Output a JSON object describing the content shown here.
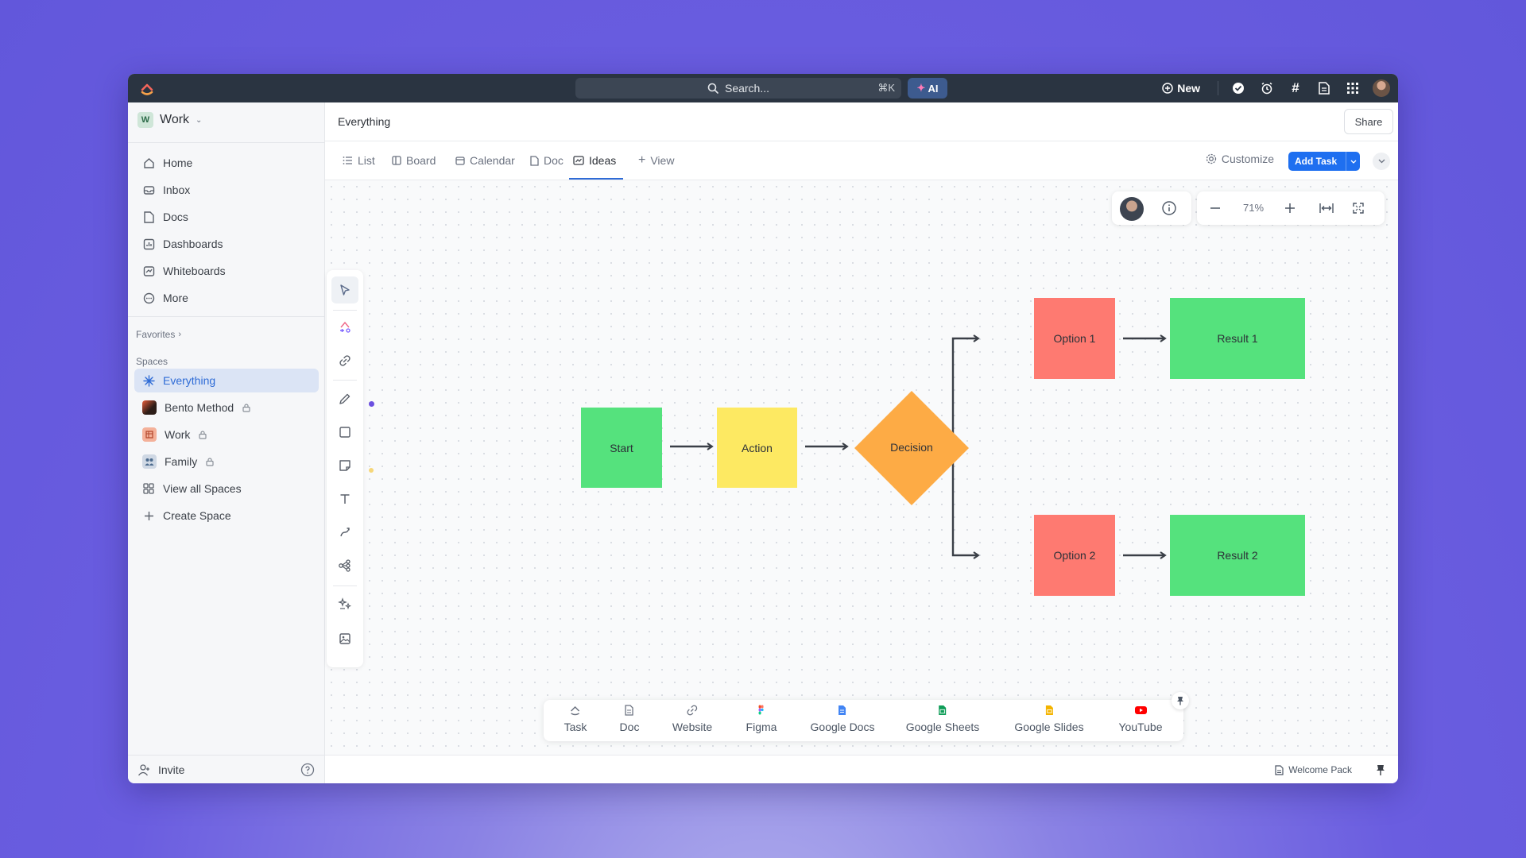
{
  "topbar": {
    "search_placeholder": "Search...",
    "search_shortcut": "⌘K",
    "ai_label": "AI",
    "new_label": "New"
  },
  "sidebar": {
    "workspace": {
      "badge": "W",
      "name": "Work"
    },
    "nav": [
      {
        "label": "Home",
        "icon": "home-icon"
      },
      {
        "label": "Inbox",
        "icon": "inbox-icon"
      },
      {
        "label": "Docs",
        "icon": "docs-icon"
      },
      {
        "label": "Dashboards",
        "icon": "dashboards-icon"
      },
      {
        "label": "Whiteboards",
        "icon": "whiteboards-icon"
      },
      {
        "label": "More",
        "icon": "more-icon"
      }
    ],
    "favorites_label": "Favorites",
    "spaces_label": "Spaces",
    "spaces": [
      {
        "label": "Everything",
        "active": true
      },
      {
        "label": "Bento Method",
        "locked": true
      },
      {
        "label": "Work",
        "locked": true
      },
      {
        "label": "Family",
        "locked": true
      },
      {
        "label": "View all Spaces"
      },
      {
        "label": "Create Space"
      }
    ],
    "invite_label": "Invite"
  },
  "header": {
    "breadcrumb": "Everything",
    "share_label": "Share"
  },
  "tabs": [
    {
      "label": "List"
    },
    {
      "label": "Board"
    },
    {
      "label": "Calendar"
    },
    {
      "label": "Doc"
    },
    {
      "label": "Ideas",
      "active": true
    },
    {
      "label": "View"
    }
  ],
  "actions": {
    "customize_label": "Customize",
    "add_task_label": "Add Task"
  },
  "zoom": {
    "level": "71%"
  },
  "diagram": {
    "nodes": [
      {
        "id": "start",
        "label": "Start",
        "color": "#55e27d"
      },
      {
        "id": "action",
        "label": "Action",
        "color": "#fde962"
      },
      {
        "id": "decision",
        "label": "Decision",
        "color": "#fdab45"
      },
      {
        "id": "option1",
        "label": "Option 1",
        "color": "#fe7a71"
      },
      {
        "id": "option2",
        "label": "Option 2",
        "color": "#fe7a71"
      },
      {
        "id": "result1",
        "label": "Result 1",
        "color": "#55e27d"
      },
      {
        "id": "result2",
        "label": "Result 2",
        "color": "#55e27d"
      }
    ],
    "edges": [
      [
        "start",
        "action"
      ],
      [
        "action",
        "decision"
      ],
      [
        "decision",
        "option1"
      ],
      [
        "decision",
        "option2"
      ],
      [
        "option1",
        "result1"
      ],
      [
        "option2",
        "result2"
      ]
    ]
  },
  "insert_bar": [
    {
      "label": "Task",
      "icon": "task-icon"
    },
    {
      "label": "Doc",
      "icon": "doc-icon"
    },
    {
      "label": "Website",
      "icon": "link-icon"
    },
    {
      "label": "Figma",
      "icon": "figma-icon"
    },
    {
      "label": "Google Docs",
      "icon": "google-docs-icon"
    },
    {
      "label": "Google Sheets",
      "icon": "google-sheets-icon"
    },
    {
      "label": "Google Slides",
      "icon": "google-slides-icon"
    },
    {
      "label": "YouTube",
      "icon": "youtube-icon"
    }
  ],
  "footer": {
    "welcome_label": "Welcome Pack"
  },
  "colors": {
    "accent": "#1e6ff0",
    "topbar": "#2a3441",
    "active_nav_bg": "#dbe4f5"
  }
}
